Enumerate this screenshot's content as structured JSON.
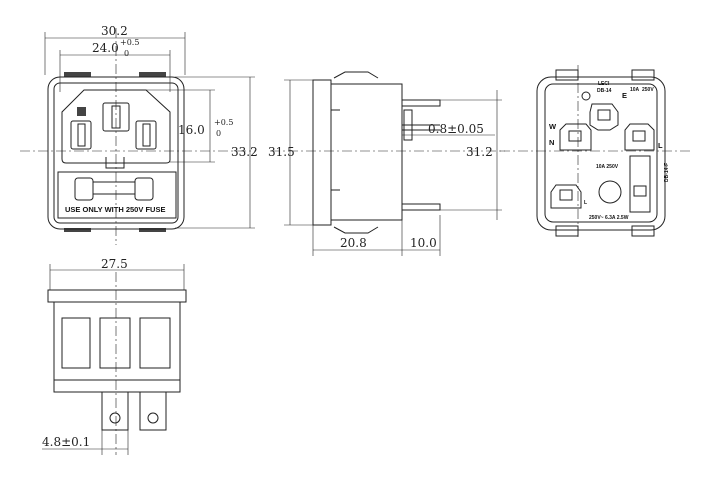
{
  "front_view": {
    "width_outer": "30.2",
    "width_inner": "24.0",
    "width_inner_tol_upper": "+0.5",
    "width_inner_tol_lower": "0",
    "inlet_height": "16.0",
    "inlet_height_tol_upper": "+0.5",
    "inlet_height_tol_lower": "0",
    "height_outer": "33.2",
    "fuse_label": "USE ONLY WITH 250V FUSE"
  },
  "side_view": {
    "flange_height": "31.5",
    "body_height": "31.2",
    "terminal_thickness": "0.8±0.05",
    "body_depth": "20.8",
    "terminal_length": "10.0"
  },
  "back_view": {
    "brand": "LECI",
    "model": "DB-14",
    "rating_current": "10A",
    "rating_voltage": "250V",
    "earth_label": "E",
    "line_label": "L",
    "neutral_label": "N",
    "w_label": "W",
    "fuse_terminal_label": "L",
    "cert_rating": "10A 250V",
    "fuse_rating": "250V~ 6.3A 2.5W",
    "side_marking": "DB-14-F"
  },
  "bottom_view": {
    "width": "27.5",
    "terminal_width": "4.8±0.1"
  }
}
